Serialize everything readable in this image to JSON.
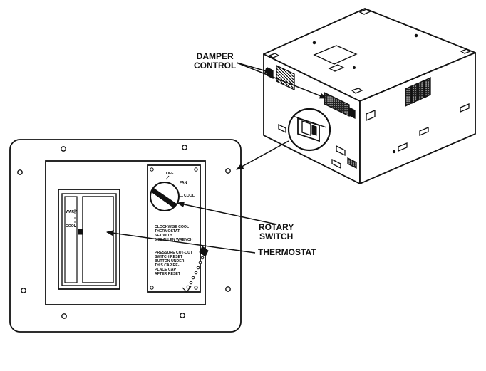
{
  "callouts": {
    "damper_control": [
      "DAMPER",
      "CONTROL"
    ],
    "rotary_switch": [
      "ROTARY",
      "SWITCH"
    ],
    "thermostat": "THERMOSTAT"
  },
  "switch_positions": {
    "off": "OFF",
    "fan": "FAN",
    "cool": "COOL"
  },
  "thermostat_scale": {
    "warm": "WARM",
    "cool": "COOL"
  },
  "panel_notes": {
    "thermostat_note": [
      "CLOCKWISE COOL",
      "THERMOSTAT",
      "SET WITH",
      "5/32 ALLEN WRENCH"
    ],
    "reset_note": [
      "PRESSURE CUT-OUT",
      "SWITCH RESET",
      "BUTTON UNDER",
      "THIS CAP RE-",
      "PLACE CAP",
      "AFTER RESET"
    ]
  }
}
